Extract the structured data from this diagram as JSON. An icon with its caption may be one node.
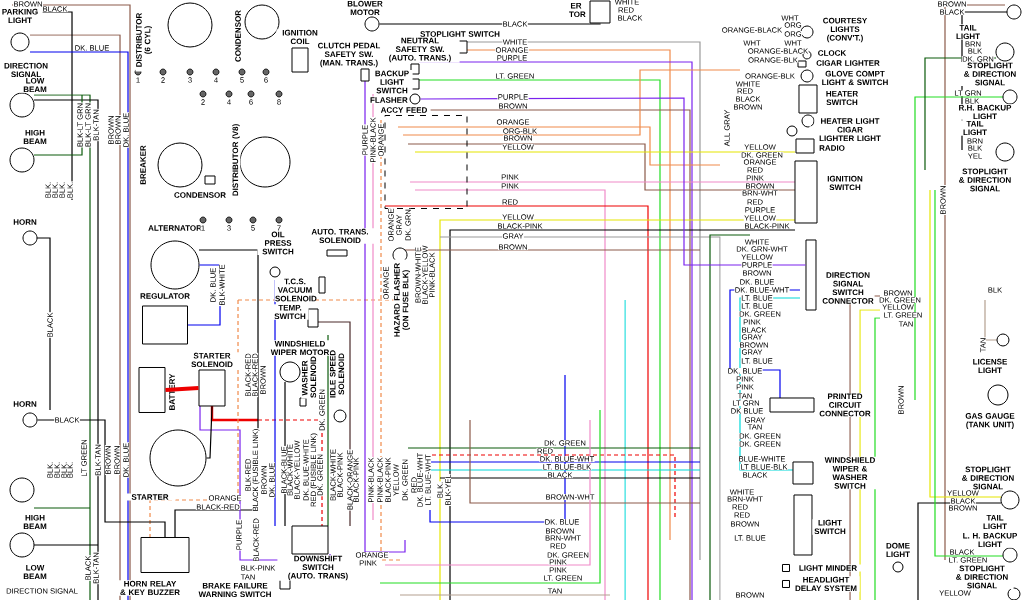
{
  "diagram": {
    "nodes": [
      {
        "text": [
          "PARKING LIGHT",
          "DIRECTION SIGNAL"
        ]
      },
      {
        "text": [
          "LOW BEAM"
        ]
      },
      {
        "text": [
          "HIGH BEAM"
        ]
      },
      {
        "text": [
          "HORN"
        ]
      },
      {
        "text": [
          "HORN"
        ]
      },
      {
        "text": [
          "HIGH BEAM"
        ]
      },
      {
        "text": [
          "LOW BEAM"
        ]
      },
      {
        "text": [
          "DISTRIBUTOR (6 CYL)"
        ]
      },
      {
        "text": [
          "CONDENSOR"
        ]
      },
      {
        "text": [
          "IGNITION COIL"
        ]
      },
      {
        "text": [
          "BREAKER"
        ]
      },
      {
        "text": [
          "CONDENSOR"
        ]
      },
      {
        "text": [
          "DISTRIBUTOR (V8)"
        ]
      },
      {
        "text": [
          "ALTERNATOR"
        ]
      },
      {
        "text": [
          "REGULATOR"
        ]
      },
      {
        "text": [
          "OIL PRESS SWITCH"
        ]
      },
      {
        "text": [
          "AUTO. TRANS. SOLENOID"
        ]
      },
      {
        "text": [
          "T.C.S. VACUUM SOLENOID"
        ]
      },
      {
        "text": [
          "TEMP. SWITCH"
        ]
      },
      {
        "text": [
          "STARTER SOLENOID"
        ]
      },
      {
        "text": [
          "BATTERY"
        ]
      },
      {
        "text": [
          "STARTER"
        ]
      },
      {
        "text": [
          "WINDSHIELD WIPER MOTOR"
        ]
      },
      {
        "text": [
          "WASHER SOLENOID"
        ]
      },
      {
        "text": [
          "IDLE SPEED SOLENOID"
        ]
      },
      {
        "text": [
          "HORN RELAY & KEY BUZZER"
        ]
      },
      {
        "text": [
          "BRAKE FAILURE WARNING SWITCH"
        ]
      },
      {
        "text": [
          "DOWNSHIFT SWITCH (AUTO. TRANS)"
        ]
      },
      {
        "text": [
          "BLOWER MOTOR"
        ]
      },
      {
        "text": [
          "STOPLIGHT SWITCH"
        ]
      },
      {
        "text": [
          "CLUTCH PEDAL SAFETY SW. (MAN. TRANS.)"
        ]
      },
      {
        "text": [
          "NEUTRAL SAFETY SW. (AUTO. TRANS.)"
        ]
      },
      {
        "text": [
          "BACKUP LIGHT SWITCH"
        ]
      },
      {
        "text": [
          "FLASHER"
        ]
      },
      {
        "text": [
          "ACCY FEED"
        ]
      },
      {
        "text": [
          "HAZARD FLASHER (ON FUSE BLK)"
        ]
      },
      {
        "text": [
          "ER TOR"
        ]
      },
      {
        "text": [
          "COURTESY LIGHTS (CONV'T.)"
        ]
      },
      {
        "text": [
          "CLOCK"
        ]
      },
      {
        "text": [
          "CIGAR LIGHTER"
        ]
      },
      {
        "text": [
          "GLOVE COMPT LIGHT & SWITCH"
        ]
      },
      {
        "text": [
          "HEATER SWITCH"
        ]
      },
      {
        "text": [
          "HEATER LIGHT"
        ]
      },
      {
        "text": [
          "CIGAR LIGHTER LIGHT"
        ]
      },
      {
        "text": [
          "RADIO"
        ]
      },
      {
        "text": [
          "IGNITION SWITCH"
        ]
      },
      {
        "text": [
          "DIRECTION SIGNAL SWITCH CONNECTOR"
        ]
      },
      {
        "text": [
          "PRINTED CIRCUIT CONNECTOR"
        ]
      },
      {
        "text": [
          "WINDSHIELD WIPER & WASHER SWITCH"
        ]
      },
      {
        "text": [
          "LIGHT SWITCH"
        ]
      },
      {
        "text": [
          "LIGHT MINDER"
        ]
      },
      {
        "text": [
          "HEADLIGHT DELAY SYSTEM"
        ]
      },
      {
        "text": [
          "DOME LIGHT"
        ]
      },
      {
        "text": [
          "TAIL LIGHT"
        ]
      },
      {
        "text": [
          "STOPLIGHT & DIRECTION SIGNAL"
        ]
      },
      {
        "text": [
          "R.H. BACKUP LIGHT"
        ]
      },
      {
        "text": [
          "TAIL LIGHT",
          "STOPLIGHT & DIRECTION SIGNAL"
        ]
      },
      {
        "text": [
          "LICENSE LIGHT"
        ]
      },
      {
        "text": [
          "GAS GAUGE (TANK UNIT)"
        ]
      },
      {
        "text": [
          "STOPLIGHT & DIRECTION SIGNAL"
        ]
      },
      {
        "text": [
          "TAIL LIGHT",
          "L. H. BACKUP LIGHT"
        ]
      },
      {
        "text": [
          "STOPLIGHT & DIRECTION SIGNAL"
        ]
      }
    ],
    "edges": [
      {
        "from": 28,
        "to": 36,
        "arrow": "none",
        "color": "#000000"
      },
      {
        "from": 33,
        "to": 46,
        "arrow": "none",
        "color": "#7a22ee"
      },
      {
        "from": 4,
        "to": 25,
        "arrow": "none",
        "color": "#000000"
      },
      {
        "from": 20,
        "to": 19,
        "arrow": "none",
        "style": "thick",
        "color": "#ee0000"
      },
      {
        "from": 21,
        "to": 19,
        "arrow": "none",
        "color": "#000000"
      },
      {
        "from": 13,
        "to": 14,
        "arrow": "none",
        "color": "#0000ee"
      }
    ],
    "labels": [
      "BROWN",
      "BLACK",
      "DK. BLUE",
      "BLK-LT GRN",
      "BLK-LT GRN",
      "BLK-TAN",
      "BROWN",
      "BROWN",
      "DK. BLUE",
      "BLK.",
      "BLK.",
      "BLK.",
      "BLK.",
      "BLACK",
      "BLACK",
      "LT GREEN",
      "BLK-TAN",
      "BROWN",
      "BROWN",
      "DK. BLUE",
      "BLK.",
      "BLK.",
      "BLK.",
      "BLK.",
      "BLACK",
      "BLK-TAN",
      "DIRECTION SIGNAL",
      "1",
      "2",
      "3",
      "4",
      "5",
      "6",
      "2",
      "4",
      "6",
      "8",
      "1",
      "3",
      "5",
      "7",
      "DK. BLUE",
      "BLK-WHITE",
      "BLACK-RED",
      "BLACK-RED",
      "BROWN",
      "BLK-RED",
      "BLACK (FUSIBLE LINK)",
      "BROWN",
      "ORANGE",
      "BLACK-RED",
      "PURPLE",
      "BLACK-RED",
      "DK. BLUE",
      "BLACK-BLUE",
      "BLACK-WHITE",
      "BLACK-YELLOW",
      "DK. BLUE-WHITE",
      "RED (FUSIBLE LINK)",
      "DK. GREEN",
      "DK. GREEN",
      "BLACK-WHITE",
      "BLACK-PINK",
      "BLK-PINK",
      "TAN",
      "BLACK-ORANGE",
      "BLACK-PINK",
      "PINK-BLACK",
      "PINK-BLACK",
      "BLACK-PINK",
      "YELLOW",
      "DK. GREEN",
      "RED",
      "DK. BLUE-WHT",
      "LT. BLUE-WHT",
      "BLK.",
      "BLK-YEL",
      "DK. GREEN",
      "RED",
      "DK. BLUE-WHT",
      "LT. BLUE-BLK",
      "BLACK",
      "BROWN-WHT",
      "DK. BLUE",
      "BROWN",
      "BRN-WHT",
      "RED",
      "DK. GREEN",
      "PINK",
      "PINK",
      "LT. GREEN",
      "TAN",
      "ORANGE",
      "PINK",
      "BLACK",
      "WHITE",
      "ORANGE",
      "PURPLE",
      "LT. GREEN",
      "PURPLE",
      "BROWN",
      "ORANGE",
      "ORG-BLK",
      "BROWN",
      "YELLOW",
      "PINK",
      "PINK",
      "RED",
      "YELLOW",
      "BLACK-PINK",
      "GRAY",
      "BROWN",
      "PURPLE",
      "PINK-BLACK",
      "ORANGE",
      "ORANGE",
      "GRAY",
      "DK. GRN",
      "ORANGE",
      "BROWN-WHITE",
      "BLACK-YELLOW",
      "PINK-BLACK",
      "WHITE",
      "RED",
      "BLACK",
      "WHT",
      "ORG",
      "ORANGE-BLACK",
      "ORG",
      "WHT",
      "WHT",
      "ORANGE-BLACK",
      "ORANGE-BLK",
      "ORANGE-BLK",
      "WHITE",
      "RED",
      "BLACK",
      "BROWN",
      "ALL GRAY",
      "YELLOW",
      "DK. GREEN",
      "ORANGE",
      "RED",
      "PINK",
      "BROWN",
      "BRN-WHT",
      "RED",
      "PURPLE",
      "YELLOW",
      "BLACK-PINK",
      "WHITE",
      "DK. GRN-WHT",
      "YELLOW",
      "PURPLE",
      "BROWN",
      "DK. BLUE",
      "DK. BLUE-WHT",
      "LT. BLUE",
      "LT. BLUE",
      "DK. GREEN",
      "PINK",
      "BLACK",
      "GRAY",
      "BROWN",
      "GRAY",
      "LT. BLUE",
      "DK. BLUE",
      "PINK",
      "PINK",
      "TAN",
      "LT GRN",
      "DK BLUE",
      "GRAY",
      "TAN",
      "DK. GREEN",
      "DK. GREEN",
      "BLUE-WHITE",
      "LT BLUE-BLK",
      "BLACK",
      "WHITE",
      "BRN-WHT",
      "RED",
      "RED",
      "BROWN",
      "LT. BLUE",
      "BROWN",
      "BROWN",
      "BLACK",
      "BRN",
      "BLK",
      "DK. GRN",
      "LT GRN",
      "BLK",
      "BRN",
      "BLK",
      "YEL",
      "BROWN",
      "BROWN",
      "DK. GREEN",
      "YELLOW",
      "LT. GREEN",
      "TAN",
      "BLK",
      "TAN",
      "BROWN",
      "YELLOW",
      "BLACK",
      "BROWN",
      "BLACK",
      "LT. GREEN",
      "YELLOW"
    ]
  }
}
